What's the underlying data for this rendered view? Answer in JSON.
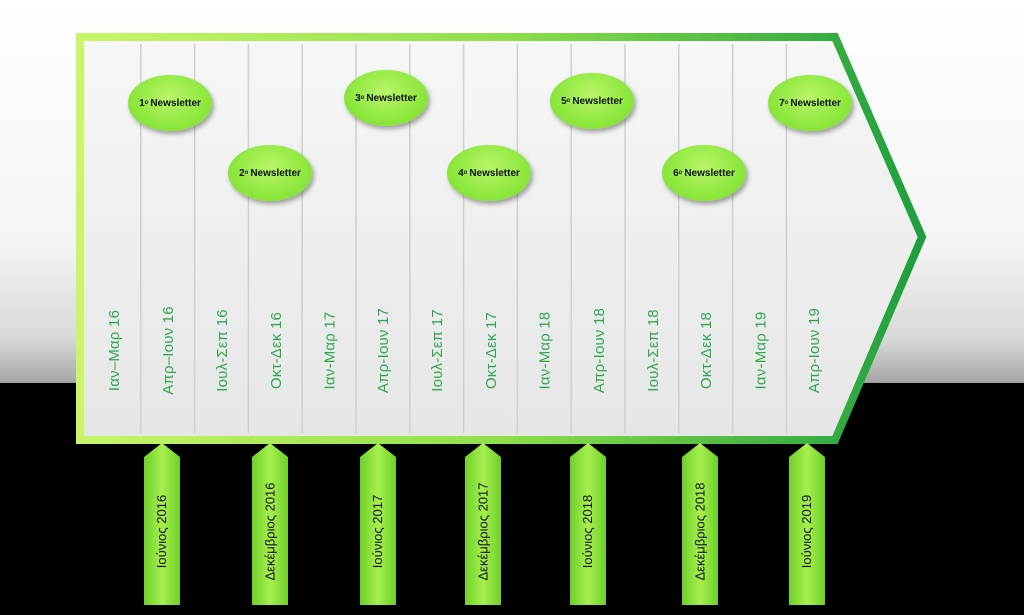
{
  "periods": [
    "Ιαν–Μαρ 16",
    "Απρ–Ιουν 16",
    "Ιουλ-Σεπ 16",
    "Οκτ-Δεκ 16",
    "Ιαν-Μαρ 17",
    "Απρ-Ιουν 17",
    "Ιουλ-Σεπ 17",
    "Οκτ-Δεκ 17",
    "Ιαν-Μαρ 18",
    "Απρ-Ιουν 18",
    "Ιουλ-Σεπ 18",
    "Οκτ-Δεκ 18",
    "Ιαν-Μαρ 19",
    "Απρ-Ιουν 19"
  ],
  "newsletters": [
    {
      "num": "1",
      "sup": "ο",
      "label": "Newsletter"
    },
    {
      "num": "2",
      "sup": "ο",
      "label": "Newsletter"
    },
    {
      "num": "3",
      "sup": "ο",
      "label": "Newsletter"
    },
    {
      "num": "4",
      "sup": "ο",
      "label": "Newsletter"
    },
    {
      "num": "5",
      "sup": "ο",
      "label": "Newsletter"
    },
    {
      "num": "6",
      "sup": "ο",
      "label": "Newsletter"
    },
    {
      "num": "7",
      "sup": "ο",
      "label": "Newsletter"
    }
  ],
  "milestones": [
    "Ιούνιος 2016",
    "Δεκέμβριος 2016",
    "Ιούνιος 2017",
    "Δεκέμβριος 2017",
    "Ιούνιος 2018",
    "Δεκέμβριος 2018",
    "Ιούνιος 2019"
  ],
  "colors": {
    "arrow_start": "#c8f56a",
    "arrow_end": "#1e9e3e",
    "label_text": "#2ca84a",
    "bubble": "#8ee83e",
    "milestone": "#8fe23a"
  }
}
